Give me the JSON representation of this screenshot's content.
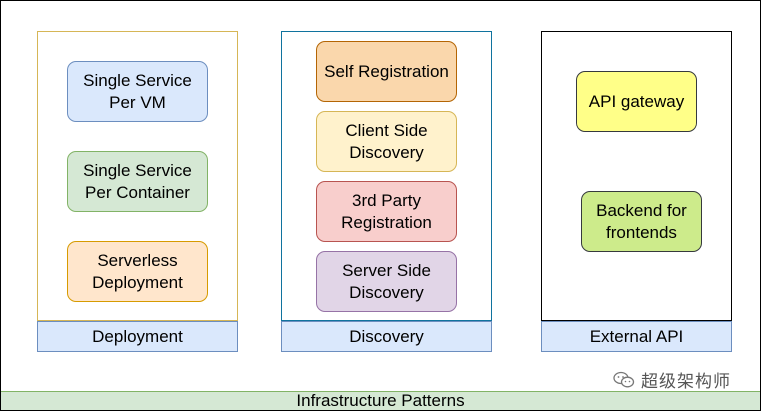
{
  "columns": [
    {
      "label": "Deployment",
      "items": [
        "Single Service\nPer VM",
        "Single Service\nPer Container",
        "Serverless\nDeployment"
      ]
    },
    {
      "label": "Discovery",
      "items": [
        "Self Registration",
        "Client  Side\nDiscovery",
        "3rd Party\nRegistration",
        "Server Side\nDiscovery"
      ]
    },
    {
      "label": "External API",
      "items": [
        "API gateway",
        "Backend for\nfrontends"
      ]
    }
  ],
  "footer": "Infrastructure Patterns",
  "watermark": {
    "icon": "wechat-icon",
    "text": "超级架构师"
  },
  "colors": {
    "blue": "#dae8fc",
    "green": "#d5e8d4",
    "orange": "#ffe6cc",
    "self_registration": "#fad7ac",
    "client_discovery": "#fff2cc",
    "third_party": "#f8cecc",
    "server_discovery": "#e1d5e7",
    "api_gateway": "#ffff88",
    "bff": "#cdeb8b"
  }
}
